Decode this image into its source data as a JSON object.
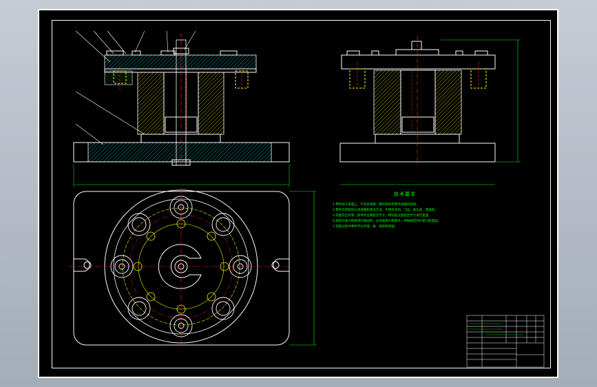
{
  "drawing": {
    "technical_requirements": {
      "title": "技术要求",
      "lines": [
        "1.零件加工表面上，不应有划痕、擦伤等损伤零件表面的缺陷。",
        "2.零件在装配前必须清理和清洗干净，不得有毛刺、飞边、氧化皮、锈蚀等。",
        "3.装配前应对零、部件的主要配合尺寸，特别是过盈配合尺寸进行复查。",
        "4.规定拧紧力矩要求的紧固件，必须采用力矩扳手，并按规定的拧紧力矩紧固。",
        "5.装配过程中零件不允许磕、碰、划伤和锈蚀。"
      ]
    },
    "colors": {
      "line": "#ffffff",
      "hatch_cyan": "#00e5e5",
      "hatch_yellow": "#e5e500",
      "center_red": "#ff2020",
      "dim_green": "#00ff00",
      "part_yellow": "#ffff00"
    }
  }
}
